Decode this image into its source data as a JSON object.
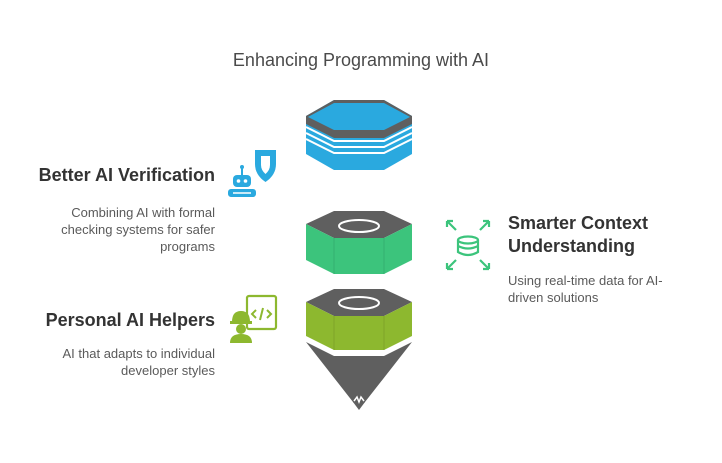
{
  "title": "Enhancing Programming with AI",
  "items": [
    {
      "heading": "Better AI Verification",
      "description": "Combining AI with formal checking systems for safer programs",
      "icon": "robot-shield-icon",
      "color": "#2aa9df"
    },
    {
      "heading": "Smarter Context Understanding",
      "description": "Using real-time data for AI-driven solutions",
      "icon": "database-arrows-icon",
      "color": "#3cc47c"
    },
    {
      "heading": "Personal AI Helpers",
      "description": "AI that adapts to individual developer styles",
      "icon": "developer-code-icon",
      "color": "#8db82f"
    }
  ],
  "colors": {
    "cap": "#5f5f5f",
    "blue": "#2aa9df",
    "green": "#3cc47c",
    "olive": "#8db82f",
    "tip": "#5f5f5f"
  }
}
